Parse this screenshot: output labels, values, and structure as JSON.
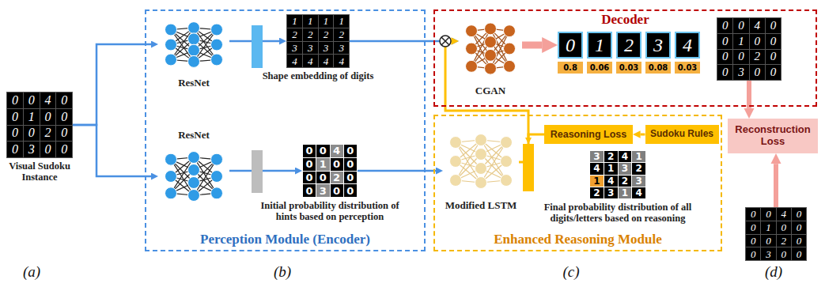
{
  "diagram": {
    "nodes": [
      {
        "text": [
          "0",
          "0",
          "4",
          "0",
          "0",
          "1",
          "0",
          "0",
          "0",
          "0",
          "2",
          "0",
          "0",
          "3",
          "0",
          "0",
          "Visual Sudoku Instance"
        ]
      },
      {
        "text": [
          "Perception Module (Encoder)"
        ]
      },
      {
        "text": [
          "ResNet"
        ],
        "in": 1
      },
      {
        "text": [
          "1",
          "1",
          "1",
          "1",
          "2",
          "2",
          "2",
          "2",
          "3",
          "3",
          "3",
          "3",
          "4",
          "4",
          "4",
          "4",
          "Shape embedding of digits"
        ],
        "in": 1
      },
      {
        "text": [
          "ResNet"
        ],
        "in": 1
      },
      {
        "text": [
          "0",
          "0",
          "4",
          "0",
          "0",
          "1",
          "0",
          "0",
          "0",
          "0",
          "2",
          "0",
          "0",
          "3",
          "0",
          "0",
          "Initial probability distribution of hints based on perception"
        ],
        "in": 1
      },
      {
        "text": [
          "Decoder"
        ]
      },
      {
        "text": [
          "CGAN"
        ],
        "in": 6
      },
      {
        "text": [
          "0",
          "1",
          "2",
          "3",
          "4",
          "0.8",
          "0.06",
          "0.03",
          "0.08",
          "0.03"
        ],
        "in": 6
      },
      {
        "text": [
          "0",
          "0",
          "4",
          "0",
          "0",
          "1",
          "0",
          "0",
          "0",
          "0",
          "2",
          "0",
          "0",
          "3",
          "0",
          "0"
        ],
        "in": 6
      },
      {
        "text": [
          "Enhanced Reasoning Module"
        ]
      },
      {
        "text": [
          "Modified LSTM"
        ],
        "in": 10
      },
      {
        "text": [
          "Reasoning Loss"
        ],
        "in": 10
      },
      {
        "text": [
          "Sudoku Rules"
        ],
        "in": 10
      },
      {
        "text": [
          "3",
          "2",
          "4",
          "1",
          "4",
          "1",
          "3",
          "2",
          "1",
          "4",
          "2",
          "3",
          "2",
          "3",
          "1",
          "4",
          "Final probability distribution of all digits/letters based on reasoning"
        ],
        "in": 10
      },
      {
        "text": [
          "Reconstruction Loss"
        ]
      },
      {
        "text": [
          "0",
          "0",
          "4",
          "0",
          "0",
          "1",
          "0",
          "0",
          "0",
          "0",
          "2",
          "0",
          "0",
          "3",
          "0",
          "0"
        ]
      }
    ],
    "edges": [
      {
        "from": 0,
        "to": 2,
        "arrow": "to"
      },
      {
        "from": 0,
        "to": 4,
        "arrow": "to"
      },
      {
        "from": 2,
        "to": 3,
        "arrow": "to"
      },
      {
        "from": 4,
        "to": 5,
        "arrow": "to"
      },
      {
        "from": 3,
        "to": 7,
        "arrow": "to"
      },
      {
        "from": 5,
        "to": 11,
        "arrow": "to"
      },
      {
        "from": 11,
        "to": 7,
        "arrow": "to"
      },
      {
        "from": 7,
        "to": 8,
        "arrow": "to"
      },
      {
        "from": 13,
        "to": 12,
        "arrow": "to"
      },
      {
        "from": 9,
        "to": 15,
        "arrow": "to"
      },
      {
        "from": 16,
        "to": 15,
        "arrow": "to"
      }
    ],
    "labels": [
      "(a)",
      "(b)",
      "(c)",
      "(d)"
    ]
  }
}
